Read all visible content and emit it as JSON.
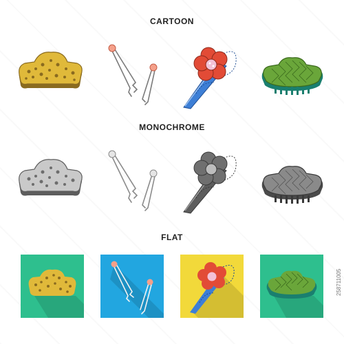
{
  "sections": {
    "cartoon": "CARTOON",
    "monochrome": "MONOCHROME",
    "flat": "FLAT"
  },
  "stock": {
    "id": "258711005"
  },
  "colors": {
    "tile_green": "#2ebf8e",
    "tile_blue": "#22a6e0",
    "tile_yellow": "#f2d93a",
    "claw_gold": "#e0b93a",
    "claw_dark": "#8a6b20",
    "pin_pink": "#f5a08a",
    "flower_red": "#e24b36",
    "clip_blue": "#3d7fd6",
    "claw_green": "#6aa63a",
    "claw_teal": "#1a7f6f",
    "mono_light": "#c9c9c9",
    "mono_dark": "#5d5d5d"
  },
  "icons": [
    "claw-clip-leopard-icon",
    "hairpins-icon",
    "flower-barrette-icon",
    "claw-clip-green-icon"
  ]
}
